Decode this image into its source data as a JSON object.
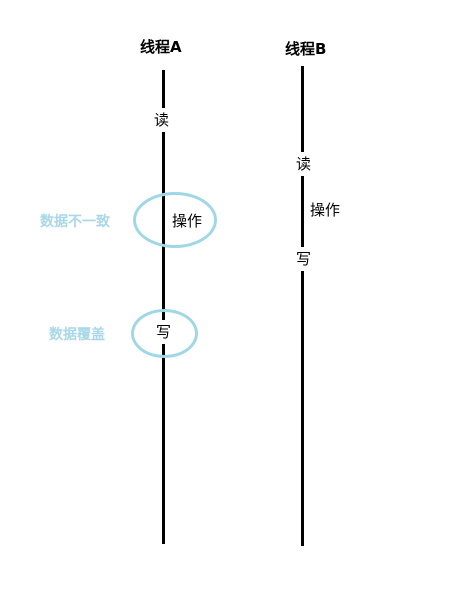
{
  "threads": {
    "a": {
      "title": "线程A",
      "steps": {
        "read": "读",
        "op": "操作",
        "write": "写"
      }
    },
    "b": {
      "title": "线程B",
      "steps": {
        "read": "读",
        "op": "操作",
        "write": "写"
      }
    }
  },
  "annotations": {
    "inconsistent": "数据不一致",
    "overwrite": "数据覆盖"
  },
  "colors": {
    "line": "#000000",
    "highlight": "#9fd7e6",
    "annotation_text": "#a9d8e8"
  }
}
